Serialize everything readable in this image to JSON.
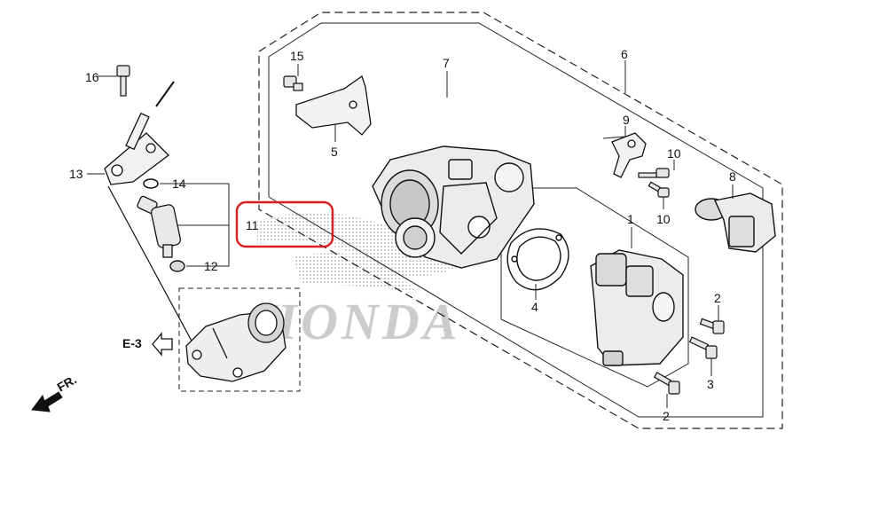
{
  "watermark": {
    "text": "HONDA",
    "color": "#c9c9c9"
  },
  "highlight": {
    "part": "11",
    "color": "#d81e1e"
  },
  "direction": {
    "label": "FR."
  },
  "reference": {
    "label": "E-3"
  },
  "parts": [
    {
      "id": "p1",
      "number": "1"
    },
    {
      "id": "p2a",
      "number": "2"
    },
    {
      "id": "p2b",
      "number": "2"
    },
    {
      "id": "p3",
      "number": "3"
    },
    {
      "id": "p4",
      "number": "4"
    },
    {
      "id": "p5",
      "number": "5"
    },
    {
      "id": "p6",
      "number": "6"
    },
    {
      "id": "p7",
      "number": "7"
    },
    {
      "id": "p8",
      "number": "8"
    },
    {
      "id": "p9",
      "number": "9"
    },
    {
      "id": "p10a",
      "number": "10"
    },
    {
      "id": "p10b",
      "number": "10"
    },
    {
      "id": "p11",
      "number": "11"
    },
    {
      "id": "p12",
      "number": "12"
    },
    {
      "id": "p13",
      "number": "13"
    },
    {
      "id": "p14",
      "number": "14"
    },
    {
      "id": "p15",
      "number": "15"
    },
    {
      "id": "p16",
      "number": "16"
    }
  ]
}
